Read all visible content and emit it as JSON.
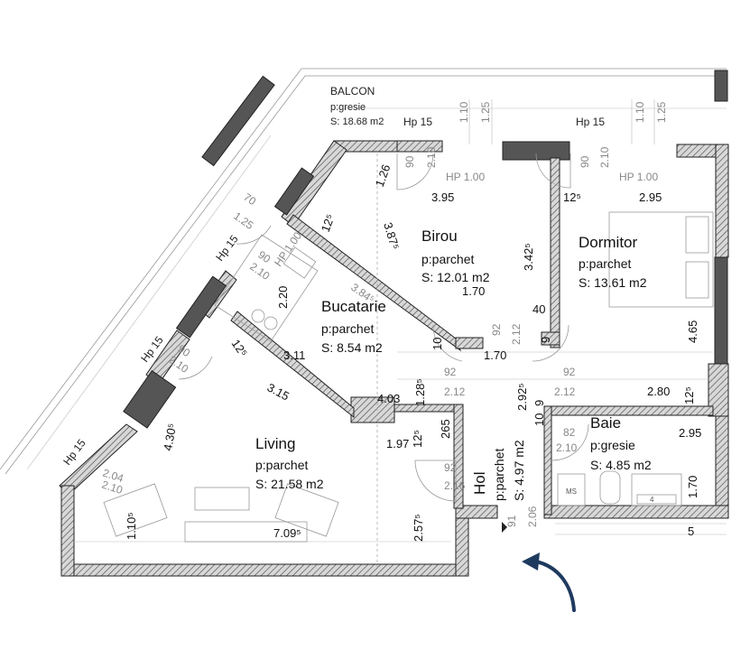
{
  "rooms": {
    "balcon": {
      "name": "BALCON",
      "floor": "p:gresie",
      "area": "S: 18.68 m2"
    },
    "birou": {
      "name": "Birou",
      "floor": "p:parchet",
      "area": "S: 12.01 m2"
    },
    "dormitor": {
      "name": "Dormitor",
      "floor": "p:parchet",
      "area": "S: 13.61 m2"
    },
    "bucatarie": {
      "name": "Bucatarie",
      "floor": "p:parchet",
      "area": "S: 8.54 m2"
    },
    "living": {
      "name": "Living",
      "floor": "p:parchet",
      "area": "S: 21.58 m2"
    },
    "baie": {
      "name": "Baie",
      "floor": "p:gresie",
      "area": "S: 4.85 m2"
    },
    "hol": {
      "name": "Hol",
      "floor": "p:parchet",
      "area": "S: 4.97 m2"
    }
  },
  "labels": {
    "hp15_a": "Hp 15",
    "hp15_b": "Hp 15",
    "hp15_c": "Hp 15",
    "hp15_d": "Hp 15",
    "hp15_e": "Hp 15",
    "hp100_a": "HP 1.00",
    "hp100_b": "HP 1.00",
    "hp100_c": "HP 1.00",
    "ms": "MS",
    "sink": "4"
  },
  "dims": {
    "d_110a": "1.10",
    "d_125a": "1.25",
    "d_110b": "1.10",
    "d_125b": "1.25",
    "d_90a": "90",
    "d_210a": "2.10",
    "d_90b": "90",
    "d_210b": "2.10",
    "d_126": "1.26",
    "d_395": "3.95",
    "d_125s1": "12⁵",
    "d_295a": "2.95",
    "d_70": "70",
    "d_125c": "1.25",
    "d_125s2": "12⁵",
    "d_342": "3.42⁵",
    "d_387": "3.87⁵",
    "d_90c": "90",
    "d_210c": "2.10",
    "d_220": "2.20",
    "d_384": "3.84⁵",
    "d_170a": "1.70",
    "d_40": "40",
    "d_92a": "92",
    "d_212a": "2.12",
    "d_10a": "10",
    "d_9a": "9",
    "d_170b": "1.70",
    "d_465": "4.65",
    "d_90d": "90",
    "d_210d": "2.10",
    "d_125s3": "12⁵",
    "d_311": "3.11",
    "d_128": "1.28⁵",
    "d_92b": "92",
    "d_212b": "2.12",
    "d_292": "2.92⁵",
    "d_92c": "92",
    "d_212c": "2.12",
    "d_280": "2.80",
    "d_125s4": "12⁵",
    "d_315": "3.15",
    "d_403": "4.03",
    "d_9b": "9",
    "d_10b": "10",
    "d_430": "4.30⁵",
    "d_197": "1.97",
    "d_125s5": "12⁵",
    "d_265": "265",
    "d_82": "82",
    "d_210e": "2.10",
    "d_295b": "2.95",
    "d_204": "2.04",
    "d_210f": "2.10",
    "d_92d": "92",
    "d_216": "2.16",
    "d_170c": "1.70",
    "d_105": "1.10⁵",
    "d_709": "7.09⁵",
    "d_257": "2.57⁵",
    "d_91": "91",
    "d_206": "2.06",
    "d_5": "5"
  },
  "colors": {
    "arrow": "#1f3a5f",
    "wall": "#555555"
  }
}
